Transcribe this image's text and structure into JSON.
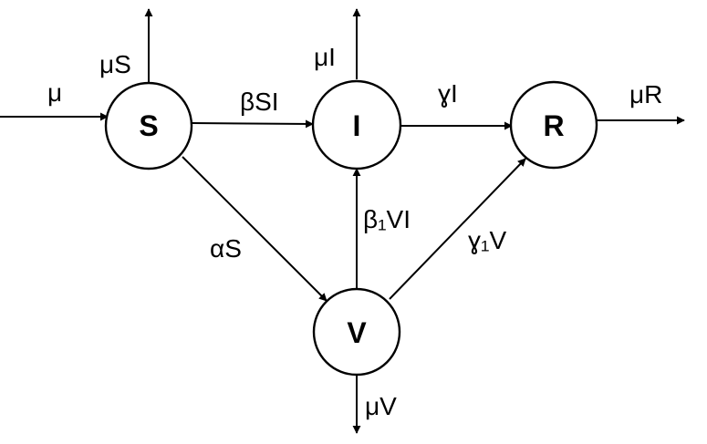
{
  "diagram": {
    "nodes": {
      "S": "S",
      "I": "I",
      "R": "R",
      "V": "V"
    },
    "edges": {
      "mu_in": "μ",
      "mu_s": "μS",
      "mu_i": "μI",
      "mu_r": "μR",
      "mu_v": "μV",
      "beta_si": "βSI",
      "gamma_i": "ɣI",
      "alpha_s": "αS",
      "beta1_vi": "β₁VI",
      "gamma1_v": "ɣ₁V"
    }
  }
}
